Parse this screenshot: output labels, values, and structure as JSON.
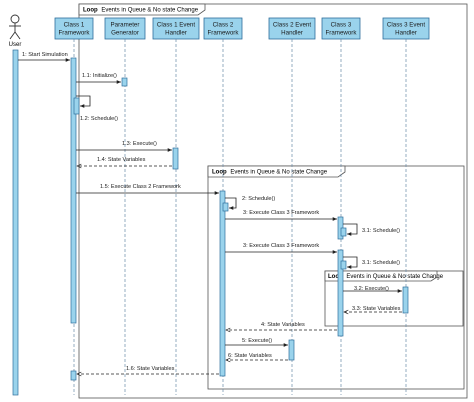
{
  "actor": {
    "label": "User"
  },
  "lifelines": [
    {
      "id": "c1fw",
      "line1": "Class 1",
      "line2": "Framework"
    },
    {
      "id": "pg",
      "line1": "Parameter",
      "line2": "Generator"
    },
    {
      "id": "c1eh",
      "line1": "Class 1 Event",
      "line2": "Handler"
    },
    {
      "id": "c2fw",
      "line1": "Class 2",
      "line2": "Framework"
    },
    {
      "id": "c2eh",
      "line1": "Class 2 Event",
      "line2": "Handler"
    },
    {
      "id": "c3fw",
      "line1": "Class 3",
      "line2": "Framework"
    },
    {
      "id": "c3eh",
      "line1": "Class 3 Event",
      "line2": "Handler"
    }
  ],
  "frames": [
    {
      "keyword": "Loop",
      "condition": "Events in Queue & No state Change"
    },
    {
      "keyword": "Loop",
      "condition": "Events in Queue & No state Change"
    },
    {
      "keyword": "Loop",
      "condition": "Events in Queue & No state Change"
    }
  ],
  "messages": [
    {
      "label": "1: Start Simulation",
      "kind": "call"
    },
    {
      "label": "1.1: Initialize()",
      "kind": "call"
    },
    {
      "label": "1.2: Schedule()",
      "kind": "self"
    },
    {
      "label": "1.3: Execute()",
      "kind": "call"
    },
    {
      "label": "1.4: State Variables",
      "kind": "return"
    },
    {
      "label": "1.5: Execute Class 2 Framework",
      "kind": "call"
    },
    {
      "label": "2: Schedule()",
      "kind": "self"
    },
    {
      "label": "3: Execute Class 3 Framework",
      "kind": "call"
    },
    {
      "label": "3.1: Schedule()",
      "kind": "self"
    },
    {
      "label": "3: Execute Class 3 Framework",
      "kind": "call"
    },
    {
      "label": "3.1: Schedule()",
      "kind": "self"
    },
    {
      "label": "3.2: Execute()",
      "kind": "call"
    },
    {
      "label": "3.3: State Variables",
      "kind": "return"
    },
    {
      "label": "4: State Variables",
      "kind": "return"
    },
    {
      "label": "5: Execute()",
      "kind": "call"
    },
    {
      "label": "6: State Variables",
      "kind": "return"
    },
    {
      "label": "1.6: State Variables",
      "kind": "return"
    }
  ],
  "colors": {
    "header_fill": "#9ad3ec",
    "header_stroke": "#2f6f9c",
    "activation_fill": "#9ad3ec",
    "activation_stroke": "#2f6f9c",
    "lifeline": "#6a8aa8",
    "message": "#222222",
    "frame": "#555555"
  }
}
